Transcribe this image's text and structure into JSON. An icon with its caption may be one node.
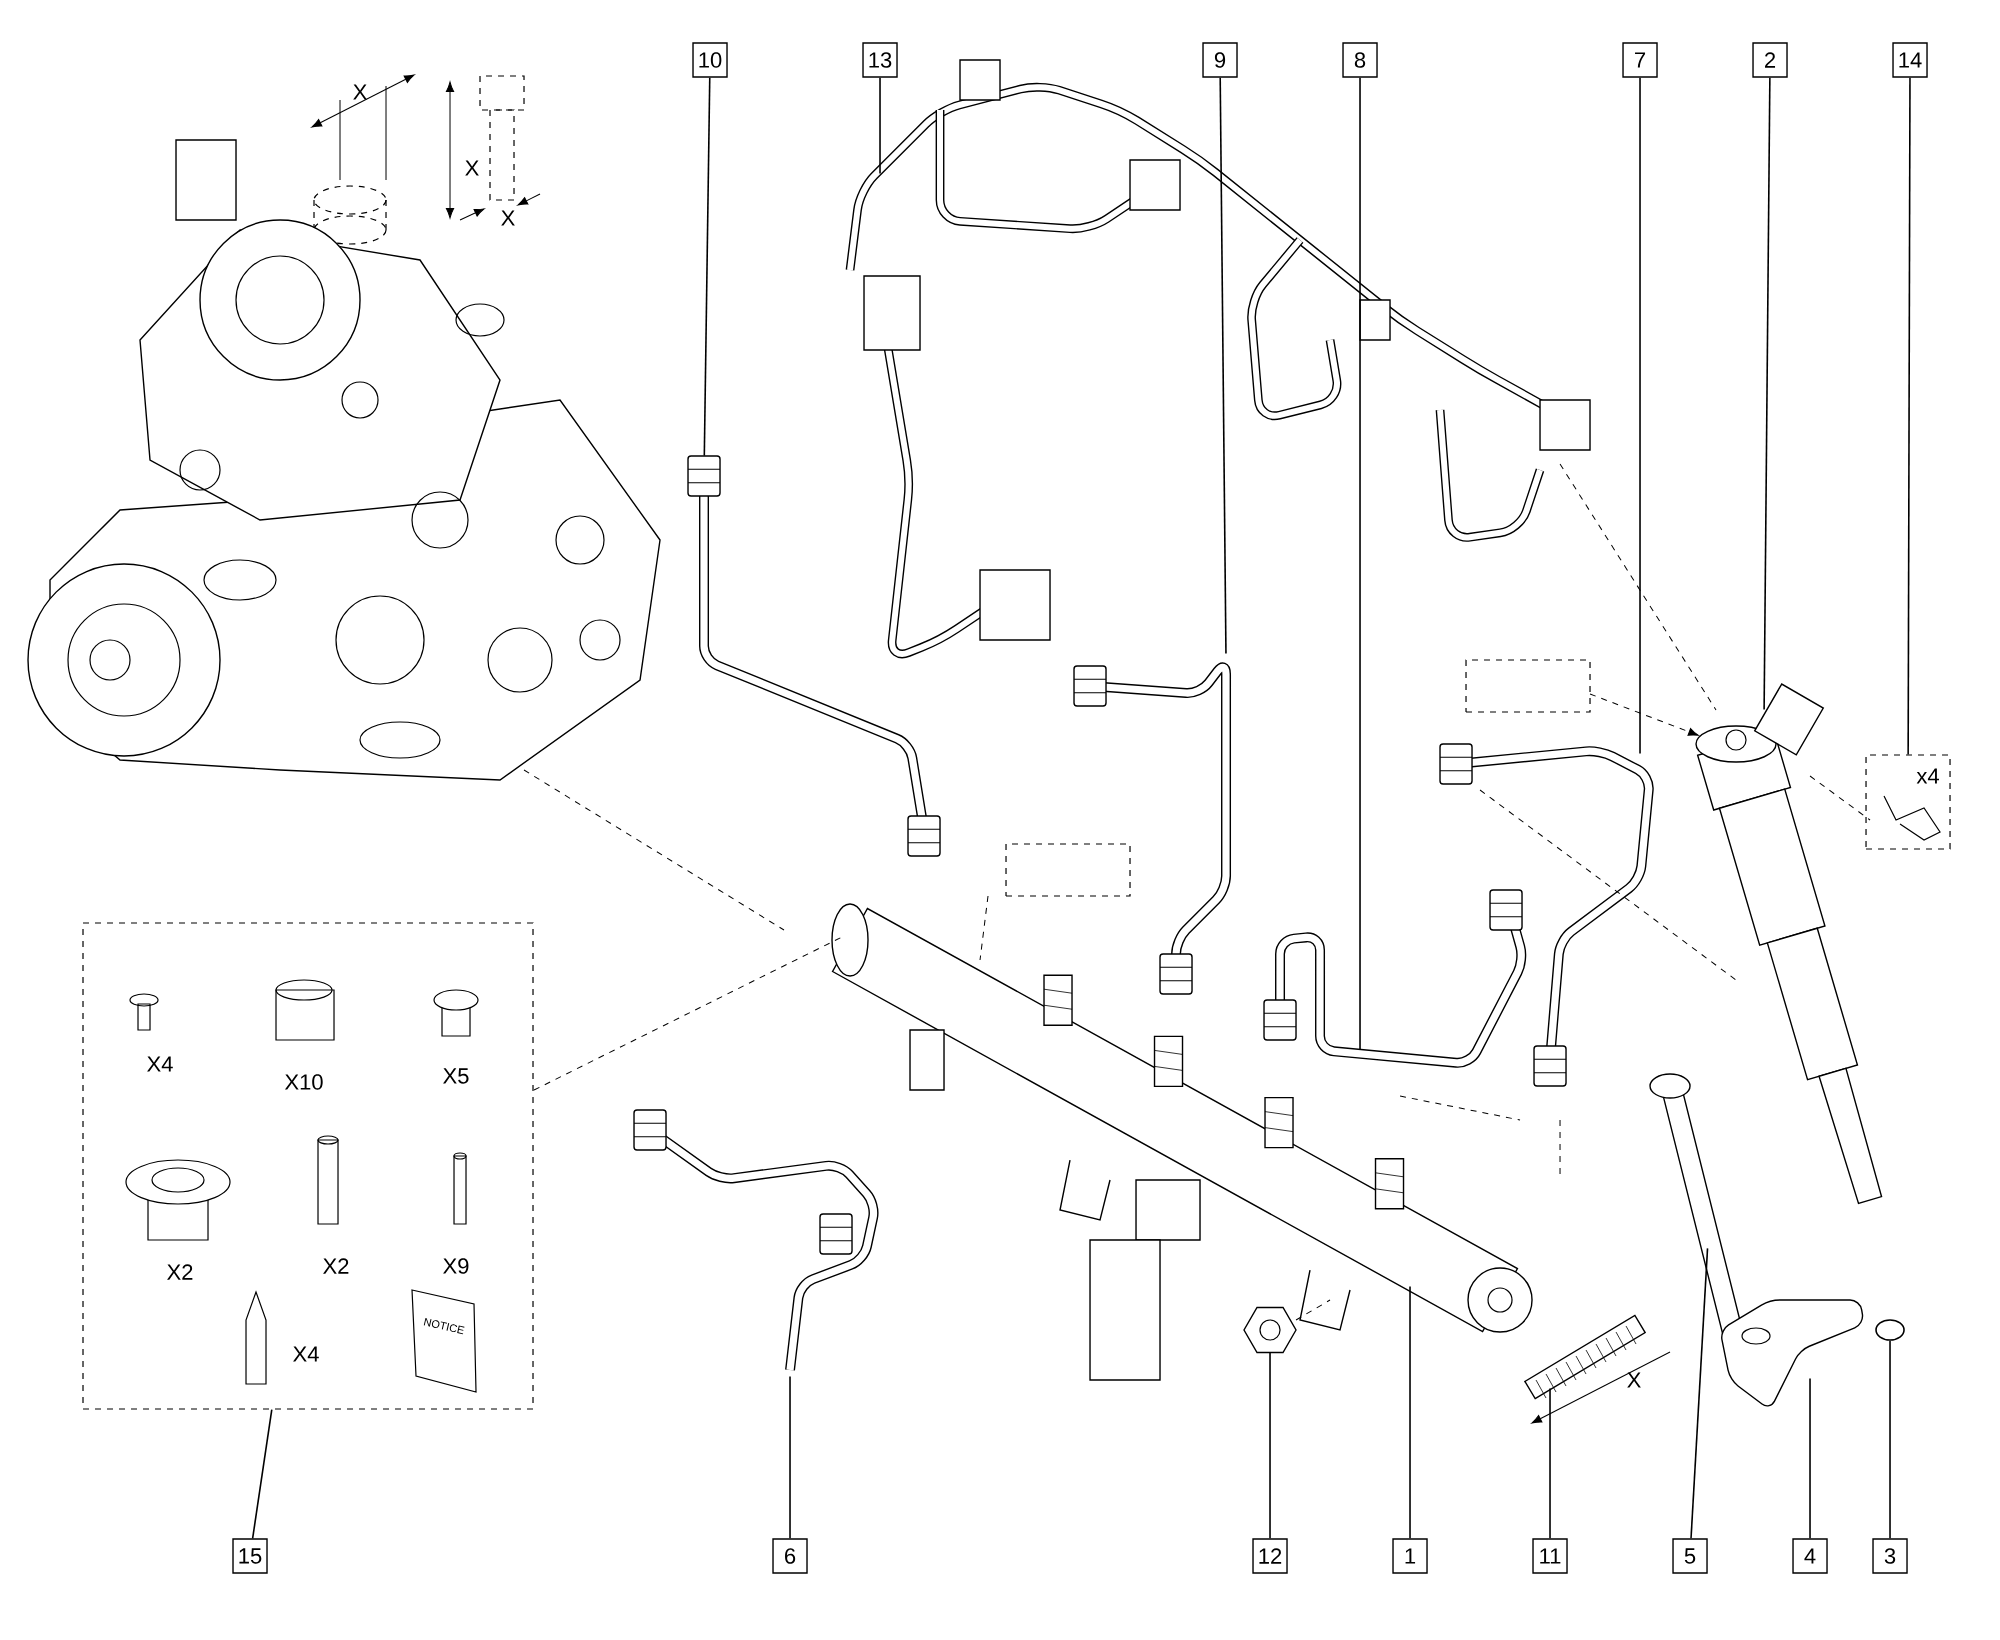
{
  "diagram": {
    "nodes": [
      {
        "text": [
          "10"
        ]
      },
      {
        "text": [
          "13"
        ]
      },
      {
        "text": [
          "9"
        ]
      },
      {
        "text": [
          "8"
        ]
      },
      {
        "text": [
          "7"
        ]
      },
      {
        "text": [
          "2"
        ]
      },
      {
        "text": [
          "14"
        ]
      },
      {
        "text": [],
        "shape": "picture"
      },
      {
        "text": [],
        "shape": "picture"
      },
      {
        "text": [],
        "shape": "picture"
      },
      {
        "text": [],
        "shape": "picture"
      },
      {
        "text": [],
        "shape": "picture"
      },
      {
        "text": [],
        "shape": "picture"
      },
      {
        "text": [],
        "shape": "box"
      },
      {
        "text": [],
        "shape": "box"
      },
      {
        "text": [],
        "shape": "picture"
      },
      {
        "text": [],
        "shape": "picture"
      },
      {
        "text": [],
        "shape": "picture"
      },
      {
        "text": [],
        "shape": "picture"
      },
      {
        "text": [],
        "shape": "picture"
      },
      {
        "text": [],
        "shape": "picture"
      },
      {
        "text": [],
        "shape": "circle"
      },
      {
        "text": [
          "15"
        ]
      },
      {
        "text": [
          "6"
        ]
      },
      {
        "text": [
          "12"
        ]
      },
      {
        "text": [
          "1"
        ]
      },
      {
        "text": [
          "11"
        ]
      },
      {
        "text": [
          "5"
        ]
      },
      {
        "text": [
          "4"
        ]
      },
      {
        "text": [
          "3"
        ]
      },
      {
        "text": [],
        "shape": "box"
      },
      {
        "text": [],
        "shape": "box"
      },
      {
        "text": [],
        "shape": "picture"
      }
    ],
    "edges": [
      {
        "from": 0,
        "to": 8,
        "arrow": "none"
      },
      {
        "from": 1,
        "to": 7,
        "arrow": "none"
      },
      {
        "from": 2,
        "to": 9,
        "arrow": "none"
      },
      {
        "from": 3,
        "to": 10,
        "arrow": "none"
      },
      {
        "from": 4,
        "to": 11,
        "arrow": "none"
      },
      {
        "from": 5,
        "to": 12,
        "arrow": "none"
      },
      {
        "from": 6,
        "to": 13,
        "arrow": "none"
      },
      {
        "from": 22,
        "to": 14,
        "arrow": "none"
      },
      {
        "from": 23,
        "to": 16,
        "arrow": "none"
      },
      {
        "from": 24,
        "to": 17,
        "arrow": "none"
      },
      {
        "from": 25,
        "to": 15,
        "arrow": "none"
      },
      {
        "from": 26,
        "to": 18,
        "arrow": "none"
      },
      {
        "from": 27,
        "to": 19,
        "arrow": "none"
      },
      {
        "from": 28,
        "to": 20,
        "arrow": "none"
      },
      {
        "from": 29,
        "to": 21,
        "arrow": "none"
      },
      {
        "from": 7,
        "to": 12,
        "arrow": "none",
        "style": "dashed"
      },
      {
        "from": 30,
        "to": 12,
        "arrow": "to",
        "style": "dashed"
      },
      {
        "from": 12,
        "to": 13,
        "arrow": "none",
        "style": "dashed"
      },
      {
        "from": 11,
        "to": 12,
        "arrow": "none",
        "style": "dashed"
      },
      {
        "from": 31,
        "to": 15,
        "arrow": "none",
        "style": "dashed"
      },
      {
        "from": 17,
        "to": 15,
        "arrow": "none",
        "style": "dashed"
      },
      {
        "from": 14,
        "to": 15,
        "arrow": "none",
        "style": "dashed"
      },
      {
        "from": 32,
        "to": 15,
        "arrow": "none",
        "style": "dashed"
      }
    ],
    "labels": [
      "X",
      "X",
      "X",
      "x4",
      "X4",
      "X10",
      "X5",
      "X2",
      "X2",
      "X9",
      "X4",
      "NOTICE",
      "X"
    ]
  }
}
